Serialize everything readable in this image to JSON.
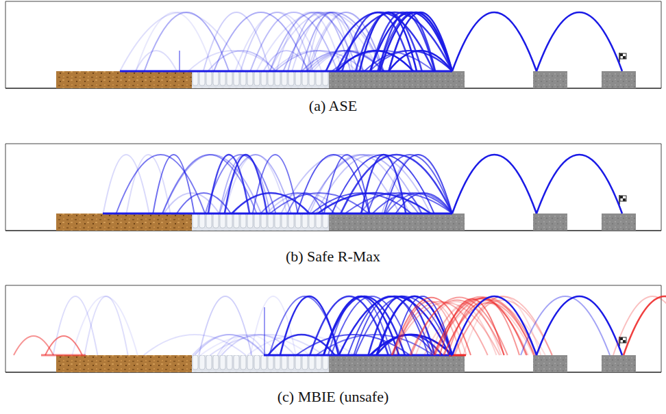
{
  "diagram": {
    "labels": [
      "(a) ASE",
      "(b) Safe R-Max",
      "(c) MBIE (unsafe)"
    ]
  }
}
